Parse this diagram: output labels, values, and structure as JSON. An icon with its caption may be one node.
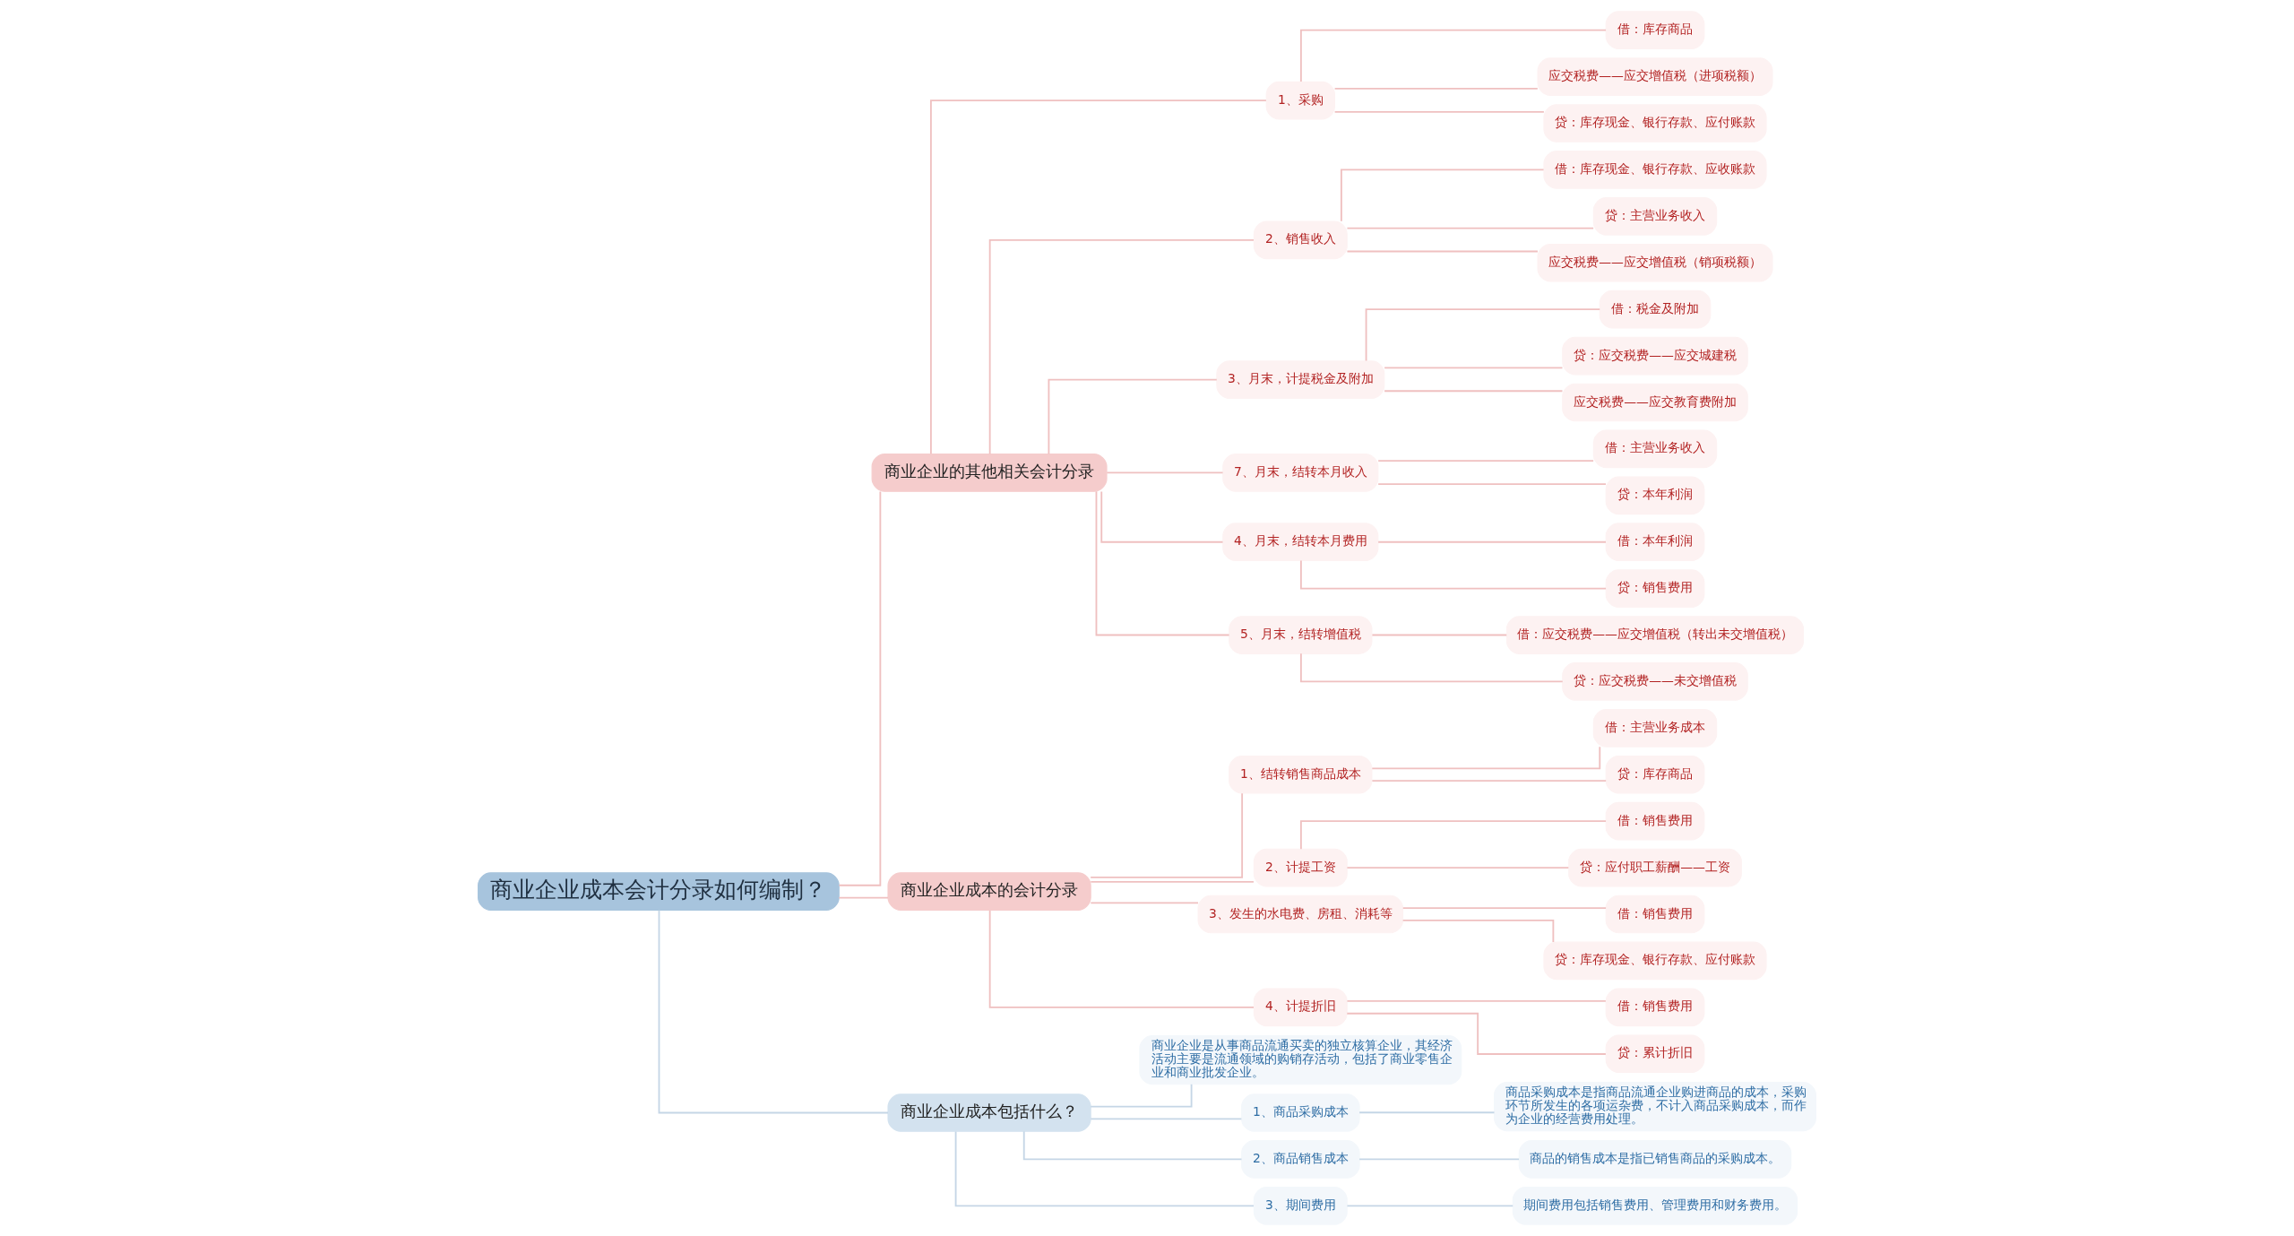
{
  "diagram": {
    "nodes": [
      {
        "text": [
          "商业企业成本会计分录如何编制？"
        ]
      },
      {
        "text": [
          "商业企业的其他相关会计分录"
        ]
      },
      {
        "text": [
          "1、采购"
        ]
      },
      {
        "text": [
          "借：库存商品"
        ]
      },
      {
        "text": [
          "应交税费——应交增值税（进项税额）"
        ]
      },
      {
        "text": [
          "贷：库存现金、银行存款、应付账款"
        ]
      },
      {
        "text": [
          "2、销售收入"
        ]
      },
      {
        "text": [
          "借：库存现金、银行存款、应收账款"
        ]
      },
      {
        "text": [
          "贷：主营业务收入"
        ]
      },
      {
        "text": [
          "应交税费——应交增值税（销项税额）"
        ]
      },
      {
        "text": [
          "3、月末，计提税金及附加"
        ]
      },
      {
        "text": [
          "借：税金及附加"
        ]
      },
      {
        "text": [
          "贷：应交税费——应交城建税"
        ]
      },
      {
        "text": [
          "应交税费——应交教育费附加"
        ]
      },
      {
        "text": [
          "7、月末，结转本月收入"
        ]
      },
      {
        "text": [
          "借：主营业务收入"
        ]
      },
      {
        "text": [
          "贷：本年利润"
        ]
      },
      {
        "text": [
          "4、月末，结转本月费用"
        ]
      },
      {
        "text": [
          "借：本年利润"
        ]
      },
      {
        "text": [
          "贷：销售费用"
        ]
      },
      {
        "text": [
          "5、月末，结转增值税"
        ]
      },
      {
        "text": [
          "借：应交税费——应交增值税（转出未交增值税）"
        ]
      },
      {
        "text": [
          "贷：应交税费——未交增值税"
        ]
      },
      {
        "text": [
          "商业企业成本的会计分录"
        ]
      },
      {
        "text": [
          "1、结转销售商品成本"
        ]
      },
      {
        "text": [
          "借：主营业务成本"
        ]
      },
      {
        "text": [
          "贷：库存商品"
        ]
      },
      {
        "text": [
          "2、计提工资"
        ]
      },
      {
        "text": [
          "借：销售费用"
        ]
      },
      {
        "text": [
          "贷：应付职工薪酬——工资"
        ]
      },
      {
        "text": [
          "3、发生的水电费、房租、消耗等"
        ]
      },
      {
        "text": [
          "借：销售费用"
        ]
      },
      {
        "text": [
          "贷：库存现金、银行存款、应付账款"
        ]
      },
      {
        "text": [
          "4、计提折旧"
        ]
      },
      {
        "text": [
          "借：销售费用"
        ]
      },
      {
        "text": [
          "贷：累计折旧"
        ]
      },
      {
        "text": [
          "商业企业成本包括什么？"
        ]
      },
      {
        "text": [
          "商业企业是从事商品流通买卖的独立核算企业，其经济活动主要是流通领域的购销存活动，包括了商业零售企业和商业批发企业。"
        ]
      },
      {
        "text": [
          "1、商品采购成本"
        ]
      },
      {
        "text": [
          "商品采购成本是指商品流通企业购进商品的成本，采购环节所发生的各项运杂费，不计入商品采购成本，而作为企业的经营费用处理。"
        ]
      },
      {
        "text": [
          "2、商品销售成本"
        ]
      },
      {
        "text": [
          "商品的销售成本是指已销售商品的采购成本。"
        ]
      },
      {
        "text": [
          "3、期间费用"
        ]
      },
      {
        "text": [
          "期间费用包括销售费用、管理费用和财务费用。"
        ]
      }
    ],
    "edges": [
      {
        "from": 0,
        "to": 1,
        "arrow": "none"
      },
      {
        "from": 1,
        "to": 2,
        "arrow": "none"
      },
      {
        "from": 2,
        "to": 3,
        "arrow": "none"
      },
      {
        "from": 2,
        "to": 4,
        "arrow": "none"
      },
      {
        "from": 2,
        "to": 5,
        "arrow": "none"
      },
      {
        "from": 1,
        "to": 6,
        "arrow": "none"
      },
      {
        "from": 6,
        "to": 7,
        "arrow": "none"
      },
      {
        "from": 6,
        "to": 8,
        "arrow": "none"
      },
      {
        "from": 6,
        "to": 9,
        "arrow": "none"
      },
      {
        "from": 1,
        "to": 10,
        "arrow": "none"
      },
      {
        "from": 10,
        "to": 11,
        "arrow": "none"
      },
      {
        "from": 10,
        "to": 12,
        "arrow": "none"
      },
      {
        "from": 10,
        "to": 13,
        "arrow": "none"
      },
      {
        "from": 1,
        "to": 14,
        "arrow": "none"
      },
      {
        "from": 14,
        "to": 15,
        "arrow": "none"
      },
      {
        "from": 14,
        "to": 16,
        "arrow": "none"
      },
      {
        "from": 1,
        "to": 17,
        "arrow": "none"
      },
      {
        "from": 17,
        "to": 18,
        "arrow": "none"
      },
      {
        "from": 17,
        "to": 19,
        "arrow": "none"
      },
      {
        "from": 1,
        "to": 20,
        "arrow": "none"
      },
      {
        "from": 20,
        "to": 21,
        "arrow": "none"
      },
      {
        "from": 20,
        "to": 22,
        "arrow": "none"
      },
      {
        "from": 0,
        "to": 23,
        "arrow": "none"
      },
      {
        "from": 23,
        "to": 24,
        "arrow": "none"
      },
      {
        "from": 24,
        "to": 25,
        "arrow": "none"
      },
      {
        "from": 24,
        "to": 26,
        "arrow": "none"
      },
      {
        "from": 23,
        "to": 27,
        "arrow": "none"
      },
      {
        "from": 27,
        "to": 28,
        "arrow": "none"
      },
      {
        "from": 27,
        "to": 29,
        "arrow": "none"
      },
      {
        "from": 23,
        "to": 30,
        "arrow": "none"
      },
      {
        "from": 30,
        "to": 31,
        "arrow": "none"
      },
      {
        "from": 30,
        "to": 32,
        "arrow": "none"
      },
      {
        "from": 23,
        "to": 33,
        "arrow": "none"
      },
      {
        "from": 33,
        "to": 34,
        "arrow": "none"
      },
      {
        "from": 33,
        "to": 35,
        "arrow": "none"
      },
      {
        "from": 0,
        "to": 36,
        "arrow": "none",
        "color": "#c5d6e6"
      },
      {
        "from": 36,
        "to": 37,
        "arrow": "none",
        "color": "#c5d6e6"
      },
      {
        "from": 36,
        "to": 38,
        "arrow": "none",
        "color": "#c5d6e6"
      },
      {
        "from": 38,
        "to": 39,
        "arrow": "none",
        "color": "#c5d6e6"
      },
      {
        "from": 36,
        "to": 40,
        "arrow": "none",
        "color": "#c5d6e6"
      },
      {
        "from": 40,
        "to": 41,
        "arrow": "none",
        "color": "#c5d6e6"
      },
      {
        "from": 36,
        "to": 42,
        "arrow": "none",
        "color": "#c5d6e6"
      },
      {
        "from": 42,
        "to": 43,
        "arrow": "none",
        "color": "#c5d6e6"
      }
    ]
  }
}
